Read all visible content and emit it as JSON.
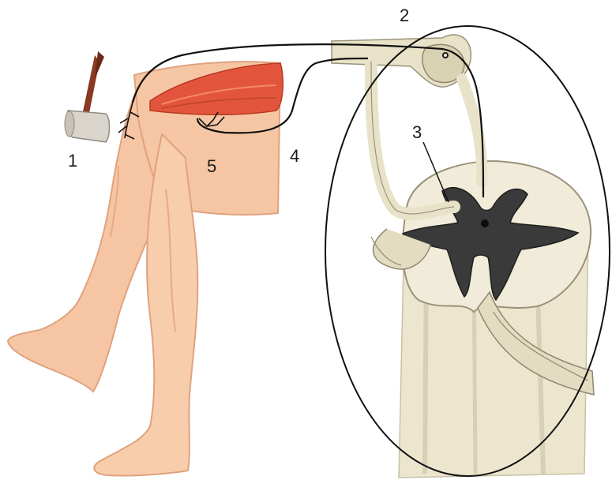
{
  "labels": {
    "l1": "1",
    "l2": "2",
    "l3": "3",
    "l4": "4",
    "l5": "5"
  },
  "colors": {
    "skin": "#f6c6a4",
    "skin_shadow": "#e9a983",
    "muscle": "#e2553c",
    "nerve": "#1a1a1a",
    "cord_tissue": "#e9e4cf",
    "grey_matter": "#2f2f2f",
    "hammer_head": "#d9d4cc",
    "hammer_handle": "#8a3a22"
  }
}
